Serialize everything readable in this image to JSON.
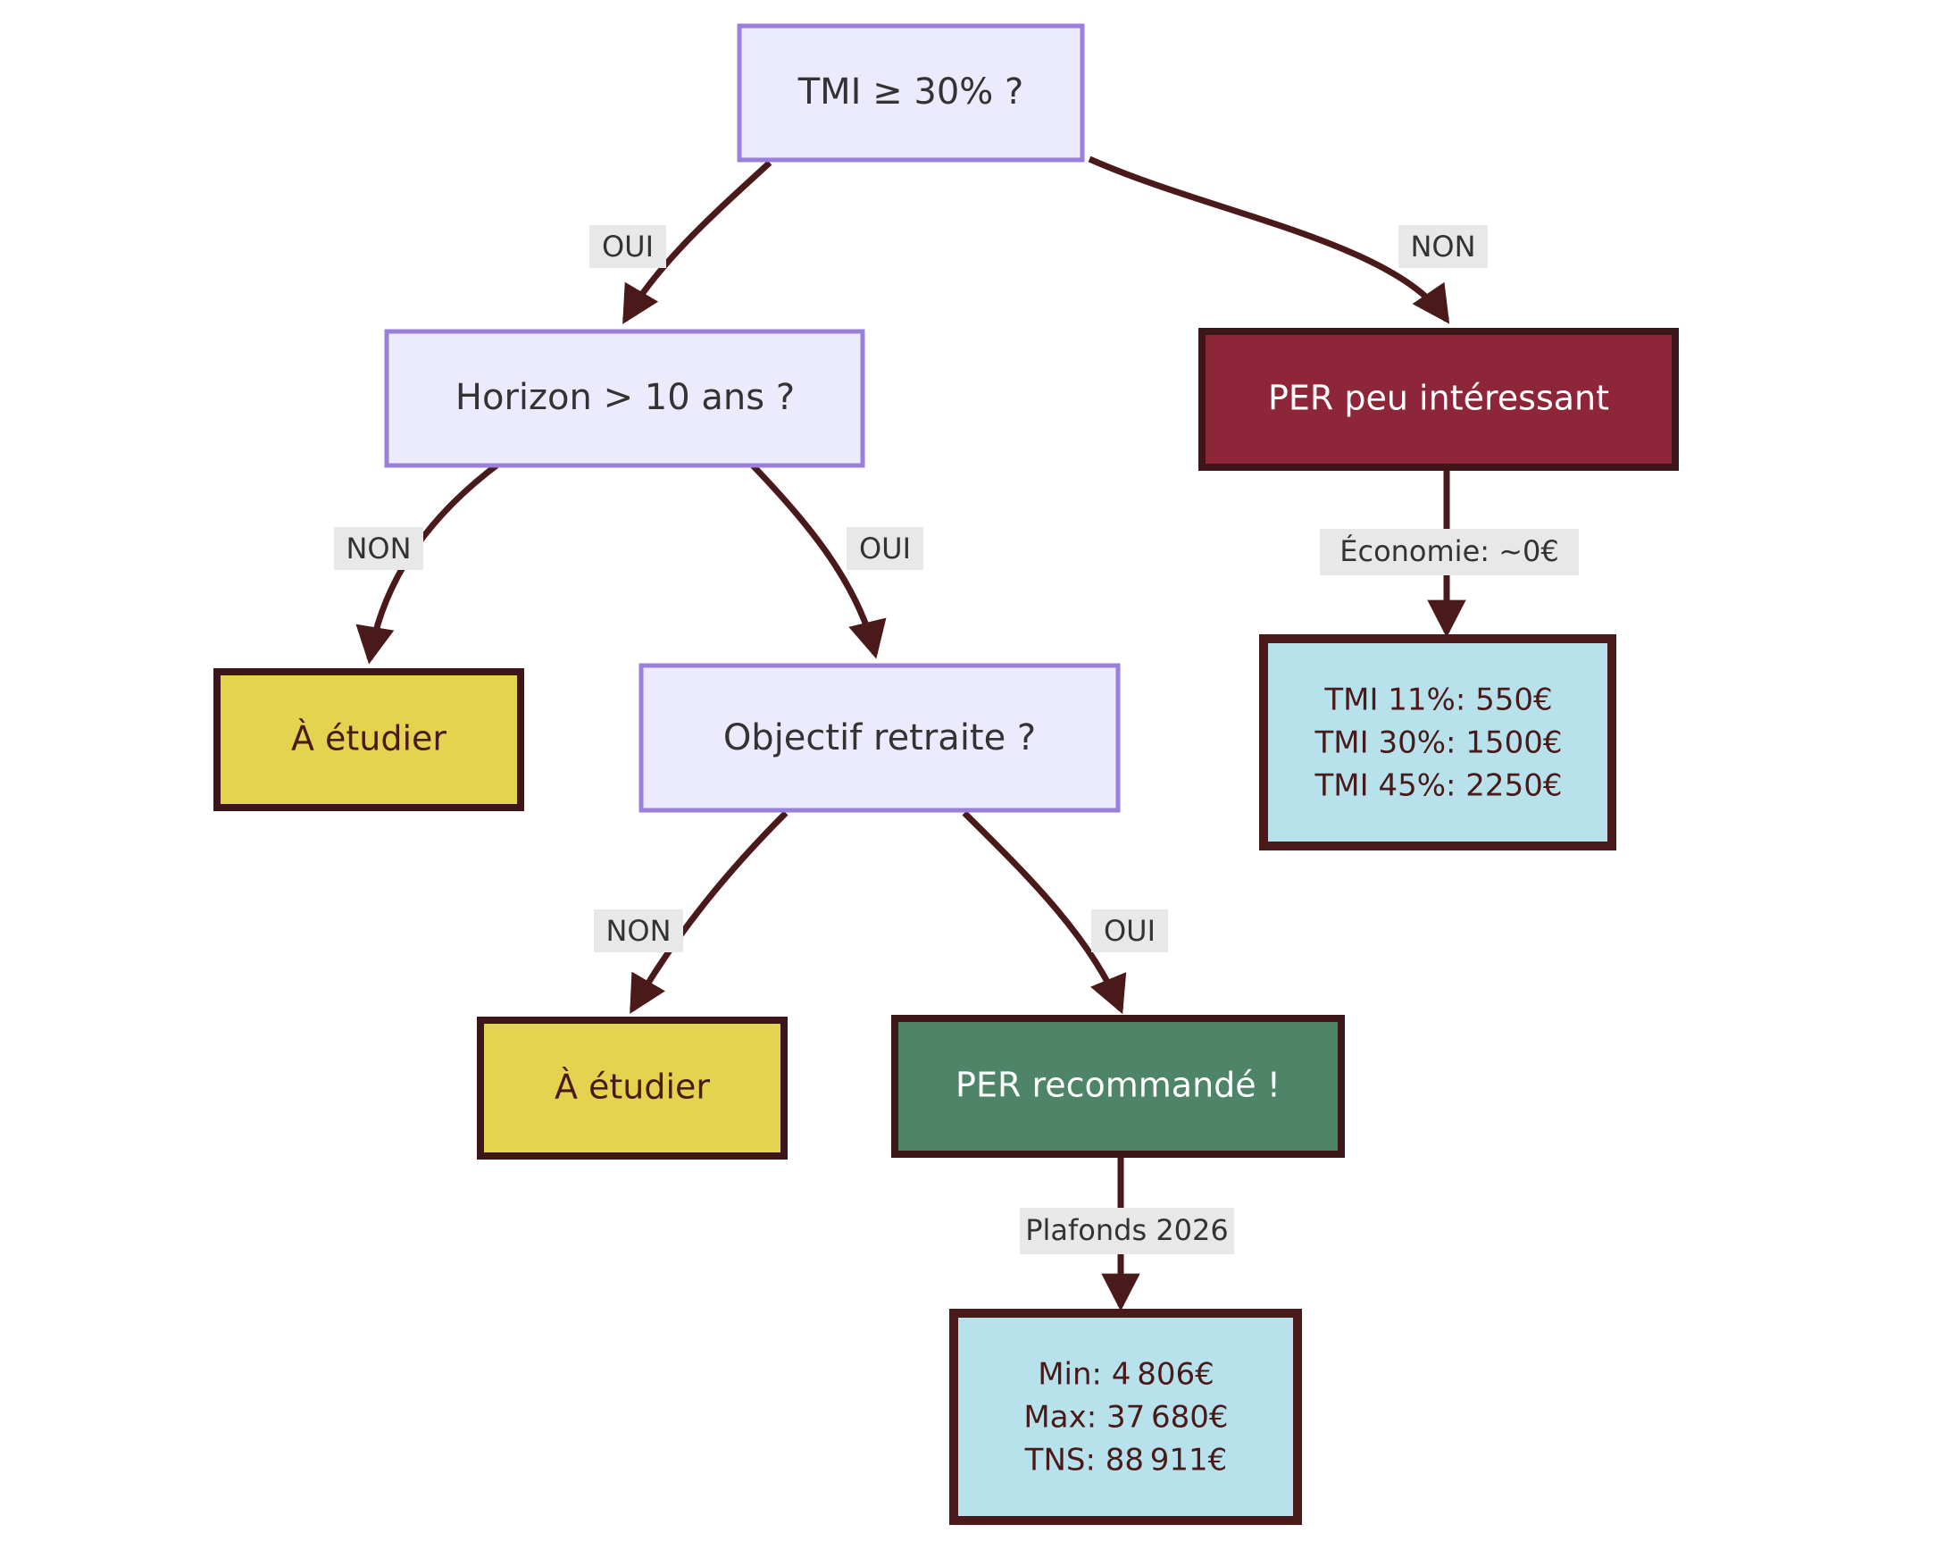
{
  "diagram": {
    "type": "decision-flowchart",
    "title": "Arbre de decision PER",
    "colors": {
      "decision_fill": "#ECEAFD",
      "decision_border": "#9A7FDC",
      "negative_fill": "#8E2639",
      "positive_fill": "#4E8468",
      "neutral_fill": "#E3D34F",
      "info_fill": "#B8E2EB",
      "edge_stroke": "#4A1A1A",
      "edge_label_bg": "#E8E8E8",
      "background": "#FFFFFF"
    },
    "nodes": [
      {
        "id": "tmi",
        "kind": "decision",
        "label": "TMI ≥ 30% ?"
      },
      {
        "id": "horizon",
        "kind": "decision",
        "label": "Horizon > 10 ans ?"
      },
      {
        "id": "per_peu",
        "kind": "negative",
        "label": "PER peu intéressant"
      },
      {
        "id": "etudier_1",
        "kind": "neutral",
        "label": "À étudier"
      },
      {
        "id": "objectif",
        "kind": "decision",
        "label": "Objectif retraite ?"
      },
      {
        "id": "etudier_2",
        "kind": "neutral",
        "label": "À étudier"
      },
      {
        "id": "per_reco",
        "kind": "positive",
        "label": "PER recommandé !"
      },
      {
        "id": "economie_info",
        "kind": "info",
        "lines": [
          "TMI 11%: 550€",
          "TMI 30%: 1500€",
          "TMI 45%: 2250€"
        ]
      },
      {
        "id": "plafonds_info",
        "kind": "info",
        "lines": [
          "Min: 4 806€",
          "Max: 37 680€",
          "TNS: 88 911€"
        ]
      }
    ],
    "edges": [
      {
        "id": "tmi-oui",
        "from": "tmi",
        "to": "horizon",
        "label": "OUI"
      },
      {
        "id": "tmi-non",
        "from": "tmi",
        "to": "per_peu",
        "label": "NON"
      },
      {
        "id": "horizon-non",
        "from": "horizon",
        "to": "etudier_1",
        "label": "NON"
      },
      {
        "id": "horizon-oui",
        "from": "horizon",
        "to": "objectif",
        "label": "OUI"
      },
      {
        "id": "objectif-non",
        "from": "objectif",
        "to": "etudier_2",
        "label": "NON"
      },
      {
        "id": "objectif-oui",
        "from": "objectif",
        "to": "per_reco",
        "label": "OUI"
      },
      {
        "id": "per_peu-eco",
        "from": "per_peu",
        "to": "economie_info",
        "label": "Économie: ~0€"
      },
      {
        "id": "per_reco-plafonds",
        "from": "per_reco",
        "to": "plafonds_info",
        "label": "Plafonds 2026"
      }
    ]
  }
}
